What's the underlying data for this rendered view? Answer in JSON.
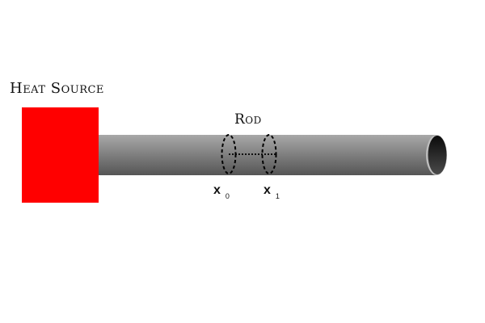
{
  "diagram": {
    "heat_source": {
      "label": "Heat Source",
      "color": "#ff0000"
    },
    "rod": {
      "label": "Rod",
      "color_top": "#a6a6a6",
      "color_bottom": "#555555"
    },
    "markers": [
      {
        "symbol": "x",
        "subscript": "0"
      },
      {
        "symbol": "x",
        "subscript": "1"
      }
    ]
  }
}
